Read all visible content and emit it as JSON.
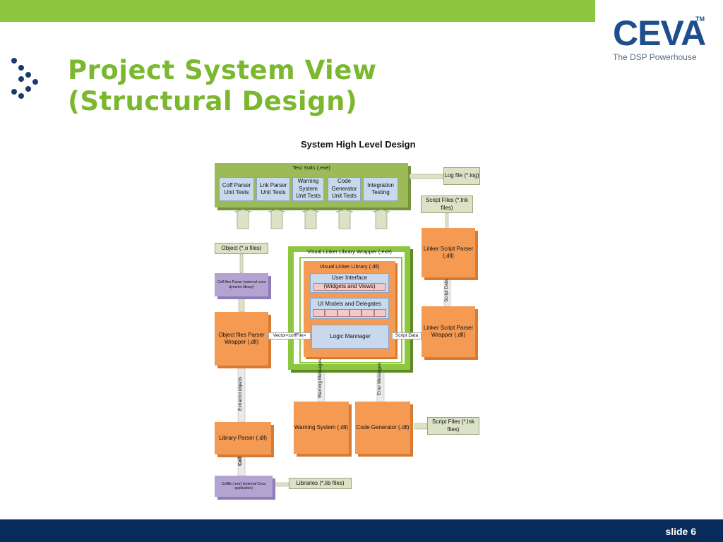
{
  "header": {
    "logo_text": "CEVA",
    "logo_tm": "TM",
    "logo_tagline": "The DSP Powerhouse",
    "title_line1": "Project System View",
    "title_line2": "(Structural Design)"
  },
  "footer": {
    "slide_label": "slide 6"
  },
  "diagram": {
    "title": "System High Level Design",
    "test_suits": "Test Suits (.exe)",
    "tests": [
      "Coff Parser Unit Tests",
      "Lnk Parser Unit Tests",
      "Warning System Unit Tests",
      "Code Generator Unit Tests",
      "Integration Testing"
    ],
    "log_file": "Log file (*.log)",
    "script_files_top": "Script Files (*.lnk  files)",
    "linker_script_parser": "Linker Script Parser (.dll)",
    "script_data_vertical": "Script Data",
    "linker_script_parser_wrapper": "Linker Script Parser Wrapper (.dll)",
    "object_files": "Object (*.o  files)",
    "coff_files_parser": "Coff files Parser (external ceva dynamic library)",
    "object_files_parser_wrapper": "Object files Parser Wrapper (.dll)",
    "extracted_objects": "Extractrd objects",
    "library_parser": "Library Parser (.dll)",
    "call": "Call",
    "cofflib": "Cofflib (.exe) (external Ceva application)",
    "libraries": "Libraries (*.lib files)",
    "visual_linker_wrapper": "Visual Linker Library Wrapper (.exe)",
    "visual_linker_library": "Visual Linker Library (.dll)",
    "user_interface": "User Interface",
    "widgets_and_views": "(Widgets and Views)",
    "ui_models": "UI Models and Delegates",
    "logic_manager": "Logic Mannager",
    "vector_label": "Vector<coffFile>",
    "script_data_horizontal": "Script Data",
    "warning_messages": "Warning Messages",
    "error_messages": "Error Messages",
    "warning_system": "Warning System (.dll)",
    "code_generator": "Code Generator (.dll)",
    "script_files_bottom": "Script Files (*.lnk  files)"
  },
  "colors": {
    "green_bar": "#8dc63f",
    "title_green": "#7cb82f",
    "navy": "#072c5c",
    "orange": "#f49a53",
    "purple": "#b2a3d1",
    "test_green": "#9bbb59"
  }
}
